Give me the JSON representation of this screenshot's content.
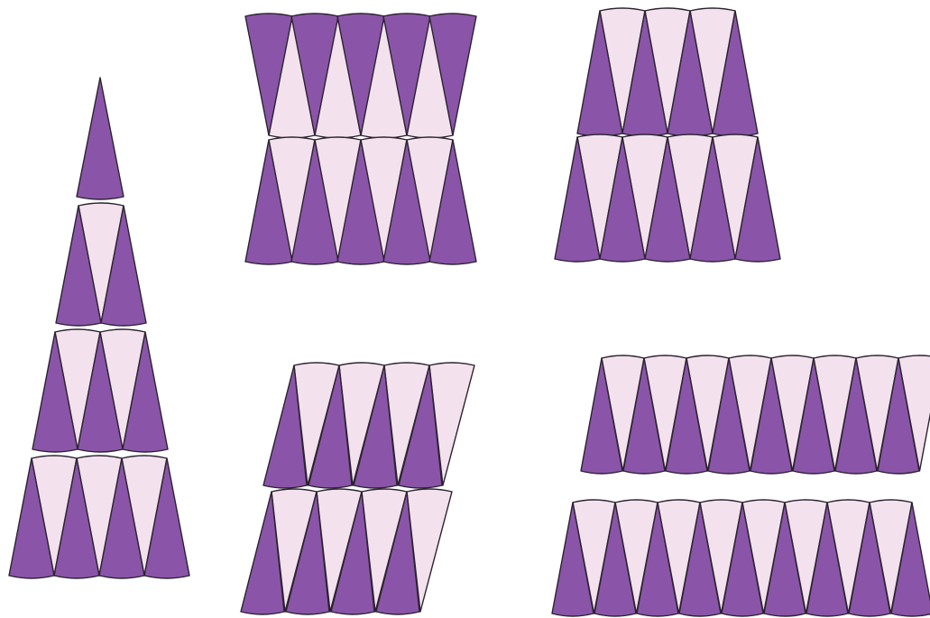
{
  "figure": {
    "colors": {
      "background": "#ffffff",
      "dark_cone": "#8a55a8",
      "light_cone": "#f3e2ee",
      "outline": "#2b2330"
    },
    "groups": [
      {
        "name": "tower-arrangement",
        "rows": [
          {
            "dark_cones": 1,
            "light_cones": 0,
            "orientation": "point-up"
          },
          {
            "dark_cones": 2,
            "light_cones": 1,
            "orientation": "point-up"
          },
          {
            "dark_cones": 3,
            "light_cones": 2,
            "orientation": "point-up"
          },
          {
            "dark_cones": 4,
            "light_cones": 3,
            "orientation": "point-up"
          }
        ]
      },
      {
        "name": "hourglass-block",
        "rows": [
          {
            "dark_cones": 5,
            "light_cones": 4,
            "orientation": "point-down"
          },
          {
            "dark_cones": 5,
            "light_cones": 4,
            "orientation": "point-up"
          }
        ]
      },
      {
        "name": "stepped-block",
        "rows": [
          {
            "dark_cones": 4,
            "light_cones": 3,
            "orientation": "point-up"
          },
          {
            "dark_cones": 5,
            "light_cones": 4,
            "orientation": "point-up"
          }
        ]
      },
      {
        "name": "parallelogram-block",
        "rows": [
          {
            "dark_cones": 4,
            "light_cones": 4,
            "orientation": "point-up"
          },
          {
            "dark_cones": 4,
            "light_cones": 4,
            "orientation": "point-up"
          }
        ]
      },
      {
        "name": "wide-block",
        "rows": [
          {
            "dark_cones": 8,
            "light_cones": 8,
            "orientation": "point-up"
          },
          {
            "dark_cones": 9,
            "light_cones": 8,
            "orientation": "point-up"
          }
        ]
      }
    ]
  }
}
